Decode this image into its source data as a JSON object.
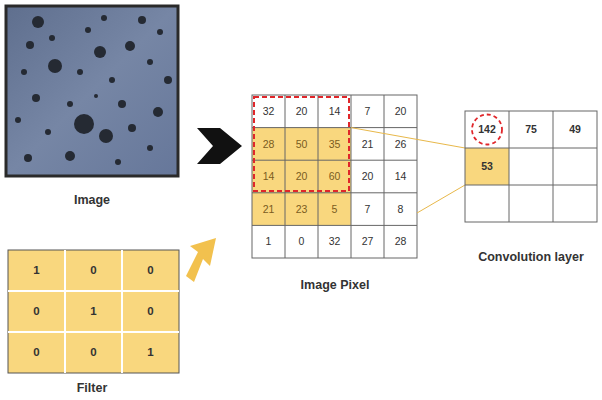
{
  "diagram": {
    "labels": [
      "Image",
      "1",
      "0",
      "0",
      "0",
      "1",
      "0",
      "0",
      "0",
      "1",
      "Filter",
      "32",
      "20",
      "14",
      "7",
      "20",
      "28",
      "50",
      "35",
      "21",
      "26",
      "14",
      "20",
      "60",
      "20",
      "14",
      "21",
      "23",
      "5",
      "7",
      "8",
      "1",
      "0",
      "32",
      "27",
      "28",
      "Image Pixel",
      "142",
      "75",
      "49",
      "53",
      "Convolution layer"
    ]
  }
}
